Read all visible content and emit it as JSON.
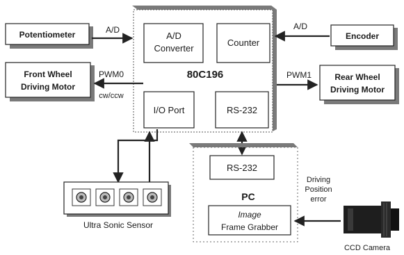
{
  "mcu": {
    "label": "80C196",
    "ad_converter_line1": "A/D",
    "ad_converter_line2": "Converter",
    "counter": "Counter",
    "io_port": "I/O Port",
    "rs232": "RS-232"
  },
  "potentiometer": "Potentiometer",
  "front_motor_line1": "Front Wheel",
  "front_motor_line2": "Driving Motor",
  "encoder": "Encoder",
  "rear_motor_line1": "Rear Wheel",
  "rear_motor_line2": "Driving Motor",
  "signals": {
    "ad_left": "A/D",
    "ad_right": "A/D",
    "pwm0": "PWM0",
    "cw_ccw": "cw/ccw",
    "pwm1": "PWM1"
  },
  "pc": {
    "label": "PC",
    "rs232": "RS-232",
    "image": "Image",
    "frame_grabber": "Frame Grabber"
  },
  "sensor_label": "Ultra Sonic Sensor",
  "camera_label": "CCD Camera",
  "driving_error_line1": "Driving",
  "driving_error_line2": "Position",
  "driving_error_line3": "error"
}
